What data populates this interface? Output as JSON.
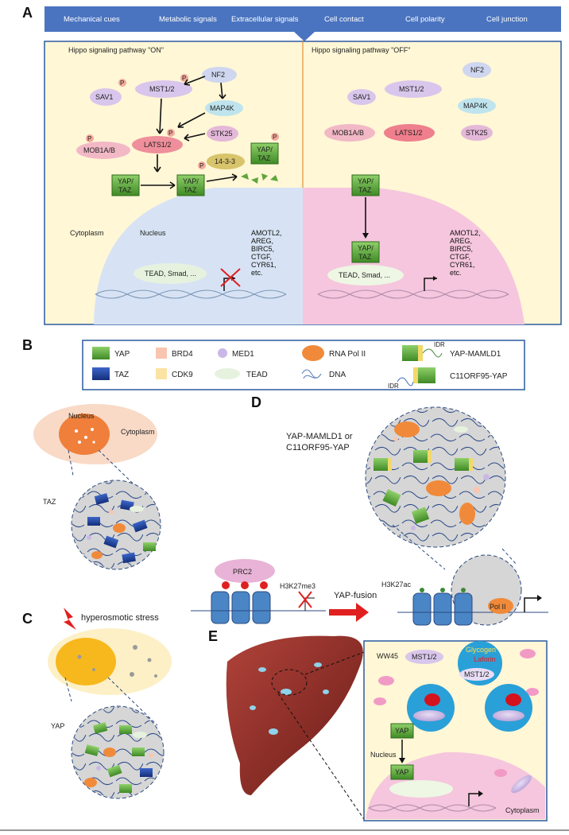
{
  "panels": {
    "a": "A",
    "b": "B",
    "c": "C",
    "d": "D",
    "e": "E"
  },
  "cues": [
    "Mechanical cues",
    "Metabolic signals",
    "Extracellular signals",
    "Cell contact",
    "Cell polarity",
    "Cell junction"
  ],
  "panel_a": {
    "on_title": "Hippo signaling pathway \"ON\"",
    "off_title": "Hippo signaling pathway \"OFF\"",
    "nodes": {
      "nf2": "NF2",
      "sav1": "SAV1",
      "mst": "MST1/2",
      "map4k": "MAP4K",
      "stk25": "STK25",
      "mob": "MOB1A/B",
      "lats": "LATS1/2",
      "yap1": "YAP/",
      "taz1": "TAZ",
      "p": "P",
      "p1433": "14-3-3"
    },
    "cytoplasm": "Cytoplasm",
    "nucleus": "Nucleus",
    "tead": "TEAD, Smad, ...",
    "targets": [
      "AMOTL2,",
      "AREG,",
      "BIRC5,",
      "CTGF,",
      "CYR61,",
      "etc."
    ]
  },
  "panel_b": {
    "legend": [
      "YAP",
      "BRD4",
      "MED1",
      "RNA Pol II",
      "YAP-MAMLD1",
      "TAZ",
      "CDK9",
      "TEAD",
      "DNA",
      "C11ORF95-YAP"
    ],
    "idr": "IDR",
    "nucleus": "Nucleus",
    "cytoplasm": "Cytoplasm",
    "taz": "TAZ"
  },
  "panel_c": {
    "stress": "hyperosmotic stress",
    "yap": "YAP"
  },
  "panel_d": {
    "fusion_title_1": "YAP-MAMLD1 or",
    "fusion_title_2": "C11ORF95-YAP",
    "prc2": "PRC2",
    "h3k27me3": "H3K27me3",
    "arrow": "YAP-fusion",
    "h3k27ac": "H3K27ac",
    "pol2": "Pol II"
  },
  "panel_e": {
    "ww45": "WW45",
    "mst": "MST1/2",
    "glycogen": "Glycogen",
    "laforin": "Laforin",
    "yap": "YAP",
    "nucleus": "Nucleus",
    "cytoplasm": "Cytoplasm"
  },
  "colors": {
    "topbar": "#4472c4",
    "panel_bg": "#fff7d6",
    "nucleus_on": "#d7e3f4",
    "nucleus_off": "#f5c6dd",
    "yap": "#5fa63a",
    "taz": "#2147a3",
    "pol2": "#f08a3a"
  }
}
